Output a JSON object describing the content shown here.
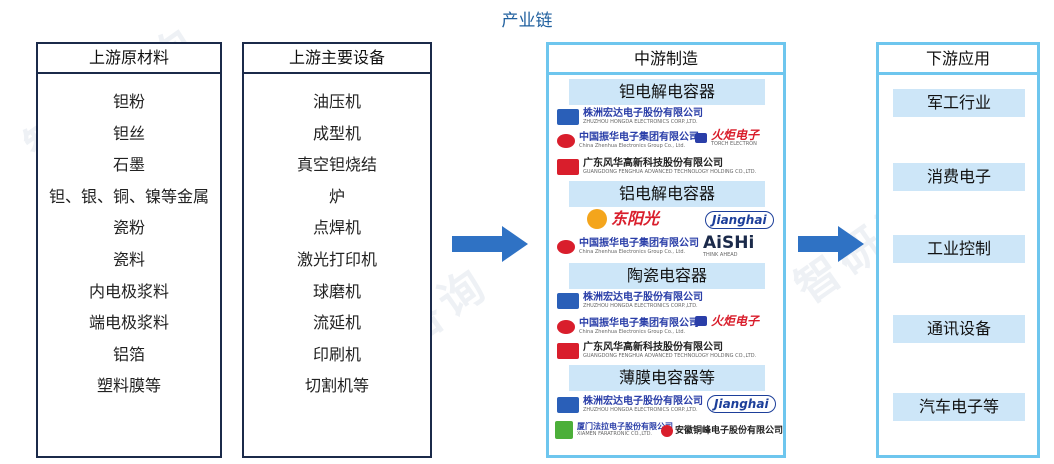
{
  "title": "产业链",
  "upstream_materials": {
    "header": "上游原材料",
    "items": [
      "钽粉",
      "钽丝",
      "石墨",
      "钽、银、铜、镍等金属",
      "瓷粉",
      "瓷料",
      "内电极浆料",
      "端电极浆料",
      "铝箔",
      "塑料膜等"
    ]
  },
  "upstream_equipment": {
    "header": "上游主要设备",
    "items": [
      "油压机",
      "成型机",
      "真空钽烧结",
      "炉",
      "点焊机",
      "激光打印机",
      "球磨机",
      "流延机",
      "印刷机",
      "切割机等"
    ]
  },
  "midstream": {
    "header": "中游制造",
    "categories": [
      "钽电解电容器",
      "铝电解电容器",
      "陶瓷电容器",
      "薄膜电容器等"
    ],
    "logos": {
      "hongda": {
        "name": "株洲宏达电子股份有限公司",
        "sub": "ZHUZHOU HONGDA ELECTRONICS CORP.,LTD."
      },
      "zhenhua": {
        "name": "中国振华电子集团有限公司",
        "sub": "China Zhenhua Electronics Group Co., Ltd."
      },
      "huoju": {
        "name": "火炬电子",
        "sub": "TORCH ELECTRON"
      },
      "fenghua": {
        "name": "广东风华高新科技股份有限公司",
        "sub": "GUANGDONG FENGHUA ADVANCED TECHNOLOGY HOLDING CO.,LTD."
      },
      "dongyangguang": {
        "name": "东阳光"
      },
      "jianghai": {
        "name": "Jianghai"
      },
      "aishi": {
        "name": "AiSHi",
        "sub": "THINK AHEAD"
      },
      "faratronic": {
        "name": "厦门法拉电子股份有限公司",
        "sub": "XIAMEN FARATRONIC CO.,LTD."
      },
      "tongfeng": {
        "name": "安徽铜峰电子股份有限公司"
      }
    }
  },
  "downstream": {
    "header": "下游应用",
    "items": [
      "军工行业",
      "消费电子",
      "工业控制",
      "通讯设备",
      "汽车电子等"
    ]
  },
  "colors": {
    "dark_border": "#1b2a4a",
    "light_border": "#6ec6ee",
    "fill": "#cde6f8",
    "arrow": "#2f72c4"
  }
}
